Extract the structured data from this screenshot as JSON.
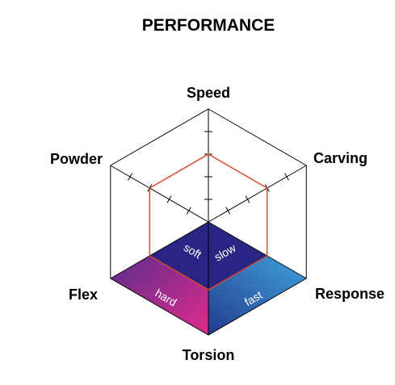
{
  "chart_data": {
    "type": "radar",
    "title": "PERFORMANCE",
    "axes": [
      "Speed",
      "Carving",
      "Response",
      "Torsion",
      "Flex",
      "Powder"
    ],
    "scale_max": 5,
    "ticks_per_axis": 4,
    "values": [
      3,
      3,
      3,
      3,
      3,
      3
    ],
    "inner_labels": {
      "soft": "soft",
      "slow": "slow",
      "hard": "hard",
      "fast": "fast"
    },
    "colors": {
      "outline": "#000000",
      "polygon": "#d9472b",
      "top_face": "#2a2585",
      "flex_face_start": "#5b2d8e",
      "flex_face_end": "#e02c8a",
      "response_face_start": "#233b8f",
      "response_face_end": "#3fa3dd"
    }
  }
}
